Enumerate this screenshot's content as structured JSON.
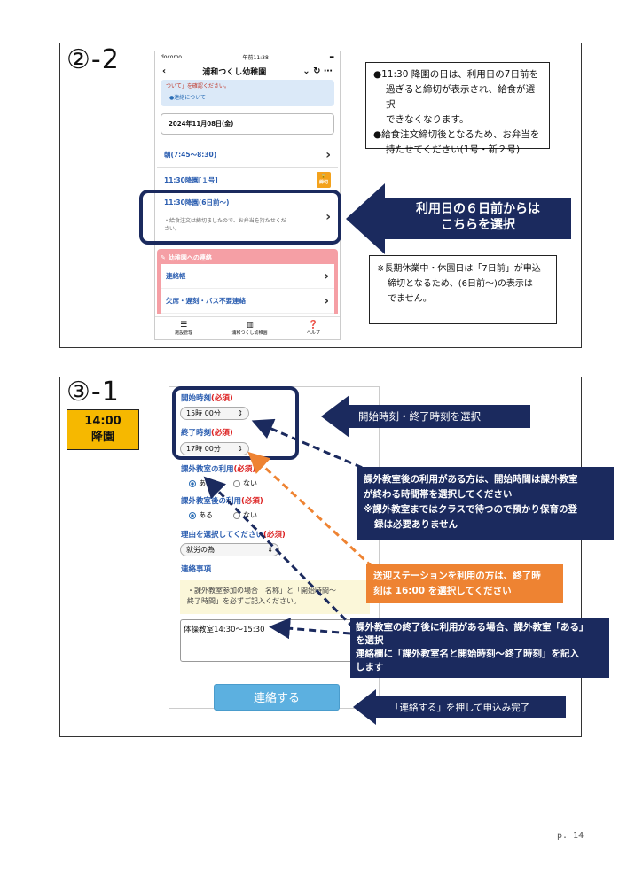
{
  "section1": {
    "step_label": "②-2",
    "phone": {
      "carrier": "docomo",
      "time": "午前11:38",
      "title": "浦和つくし幼稚園",
      "banner_text": "ついて」を確認ください。",
      "banner_link": "●連絡について",
      "date": "2024年11月08日(金)",
      "rows": [
        {
          "label": "朝(7:45〜8:30)"
        },
        {
          "label": "11:30降園[１号]",
          "badge": "締切"
        },
        {
          "label": "11:30降園(6日前〜)",
          "note": "・給食注文は締切ましたので、お弁当を持たせくだ\nさい。"
        }
      ],
      "contact_header": "幼稚園への連絡",
      "contact_items": [
        "連絡帳",
        "欠席・遅刻・バス不要連絡"
      ],
      "tabs": [
        "施設管理",
        "浦和つくし幼稚園",
        "ヘルプ"
      ]
    },
    "note_top": [
      "●11:30 降園の日は、利用日の7日前を",
      "過ぎると締切が表示され、給食が選択",
      "できなくなります。",
      "●給食注文締切後となるため、お弁当を",
      "持たせてください(1号・新２号)"
    ],
    "arrow_text": [
      "利用日の６日前からは",
      "こちらを選択"
    ],
    "note_bottom": [
      "※長期休業中・休園日は「7日前」が申込",
      "締切となるため、(6日前〜)の表示は",
      "でません。"
    ]
  },
  "section2": {
    "step_label": "③-1",
    "badge": [
      "14:00",
      "降園"
    ],
    "form": {
      "start_label": "開始時刻",
      "required": "(必須)",
      "start_value": "15時 00分",
      "end_label": "終了時刻",
      "end_value": "17時 00分",
      "after_use_label": "課外教室の利用",
      "yes": "ある",
      "no": "ない",
      "after_use2_label": "課外教室後の利用",
      "reason_label": "理由を選択してください",
      "reason_value": "就労の為",
      "contact_label": "連絡事項",
      "hint": "・課外教室参加の場合「名称」と「開始時間〜\n終了時間」を必ずご記入ください。",
      "textarea_value": "体操教室14:30〜15:30",
      "submit": "連絡する"
    },
    "arrow_time": "開始時刻・終了時刻を選択",
    "callout1": [
      "課外教室後の利用がある方は、開始時間は課外教室",
      "が終わる時間帯を選択してください",
      "※課外教室まではクラスで待つので預かり保育の登",
      "録は必要ありません"
    ],
    "callout_orange": [
      "送迎ステーションを利用の方は、終了時",
      "刻は 16:00 を選択してください"
    ],
    "callout2": [
      "課外教室の終了後に利用がある場合、課外教室「ある」",
      "を選択",
      "連絡欄に「課外教室名と開始時刻〜終了時刻」を記入",
      "します"
    ],
    "arrow_submit": "「連絡する」を押して申込み完了"
  },
  "page_number": "p. 14",
  "colors": {
    "navy": "#1b2a5e",
    "orange": "#ee8332",
    "badge": "#f6b800",
    "link_blue": "#2a5db0",
    "required_red": "#d22"
  }
}
